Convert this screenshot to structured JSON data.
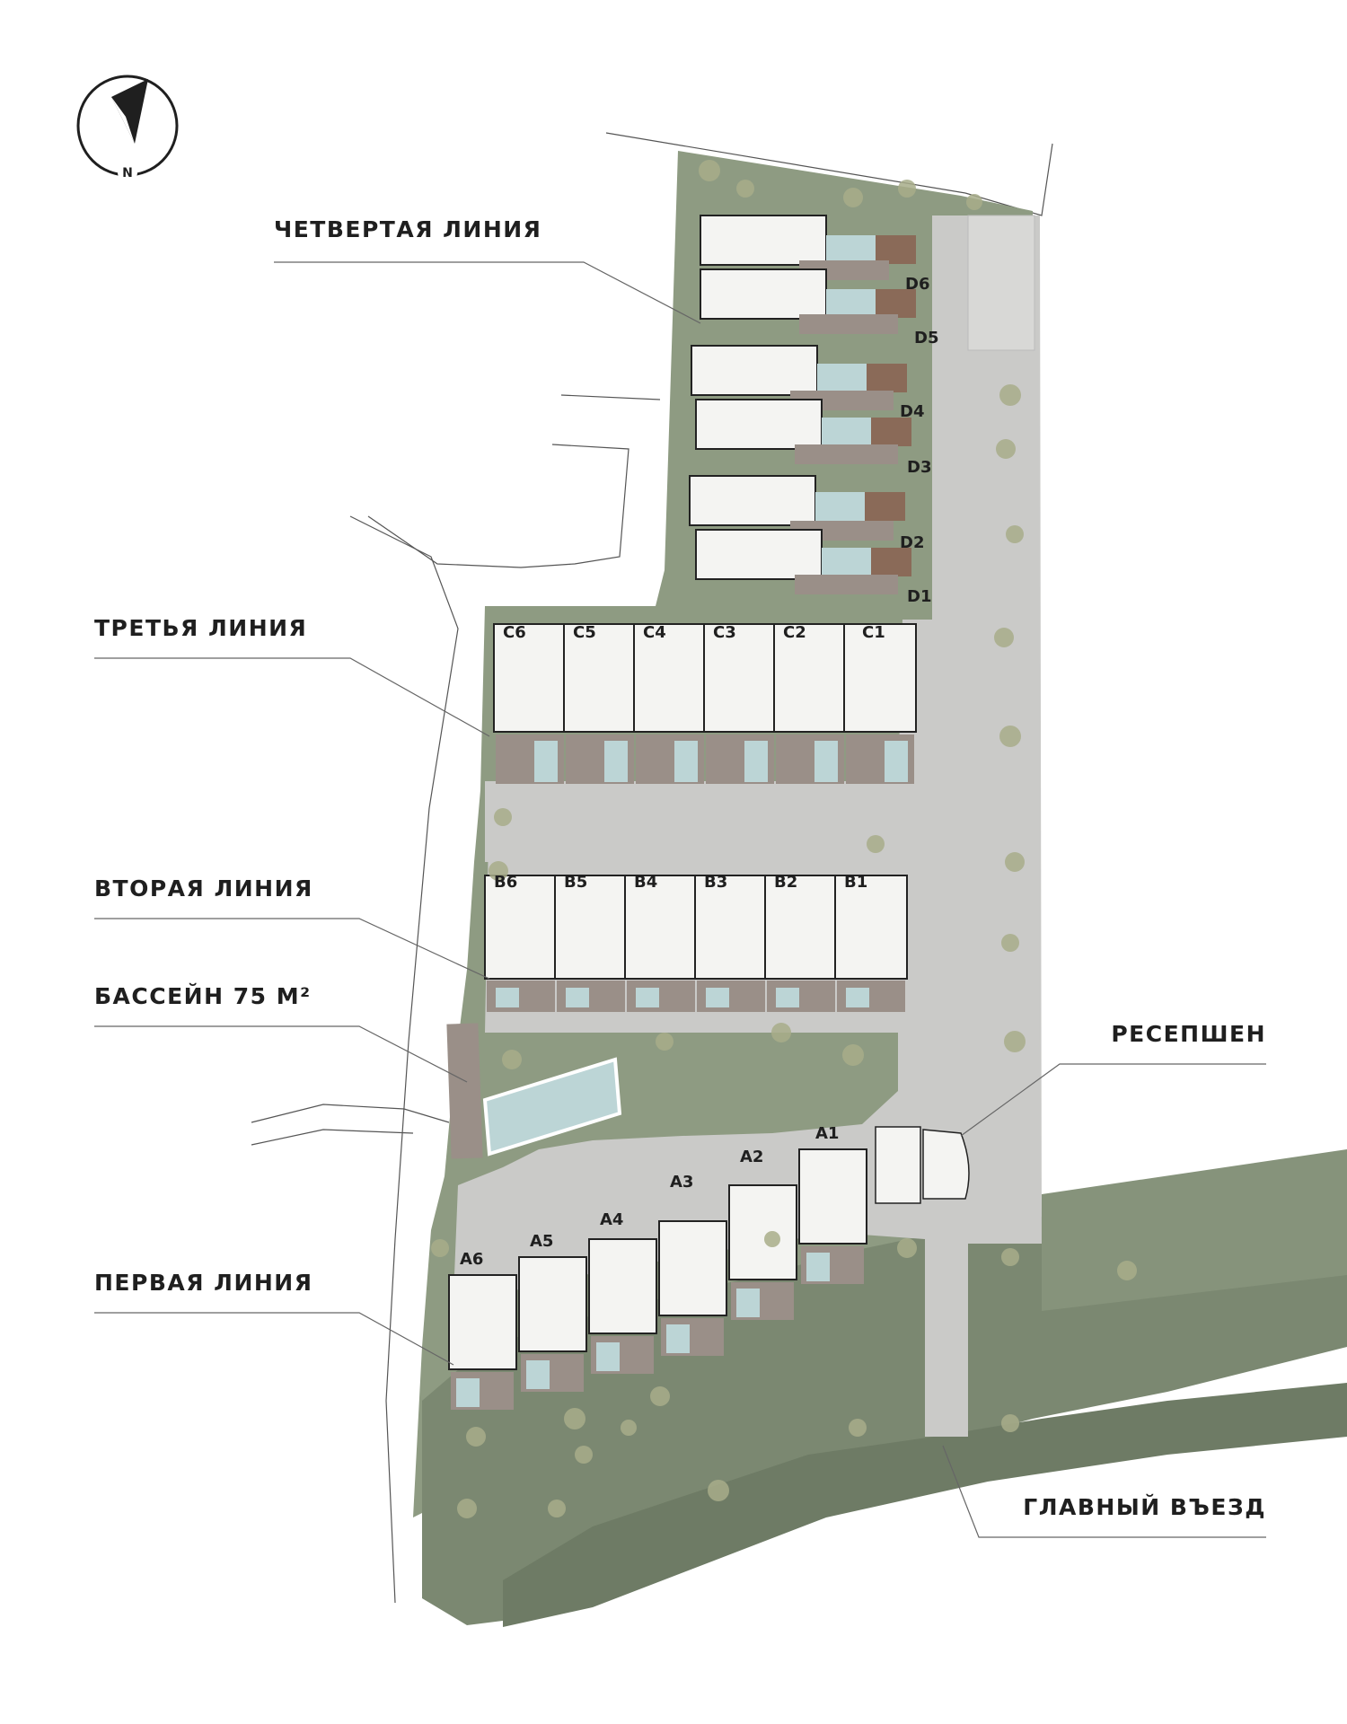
{
  "compass": {
    "letter": "N"
  },
  "labels": {
    "line4": "ЧЕТВЕРТАЯ ЛИНИЯ",
    "line3": "ТРЕТЬЯ ЛИНИЯ",
    "line2": "ВТОРАЯ ЛИНИЯ",
    "pool": "БАССЕЙН 75 М²",
    "reception": "РЕСЕПШЕН",
    "line1": "ПЕРВАЯ ЛИНИЯ",
    "main_entrance": "ГЛАВНЫЙ ВЪЕЗД"
  },
  "units": {
    "d": [
      "D6",
      "D5",
      "D4",
      "D3",
      "D2",
      "D1"
    ],
    "c": [
      "C6",
      "C5",
      "C4",
      "C3",
      "C2",
      "C1"
    ],
    "b": [
      "B6",
      "B5",
      "B4",
      "B3",
      "B2",
      "B1"
    ],
    "a": [
      "A6",
      "A5",
      "A4",
      "A3",
      "A2",
      "A1"
    ]
  },
  "colors": {
    "greenery": "#8c9a80",
    "greenery_dark": "#6f7b66",
    "paving": "#c9c9c7",
    "building": "#f4f4f2",
    "deck": "#9a8f88",
    "water": "#bcd5d6",
    "ink": "#1f1f1f",
    "tree": "#a8ad8a"
  }
}
